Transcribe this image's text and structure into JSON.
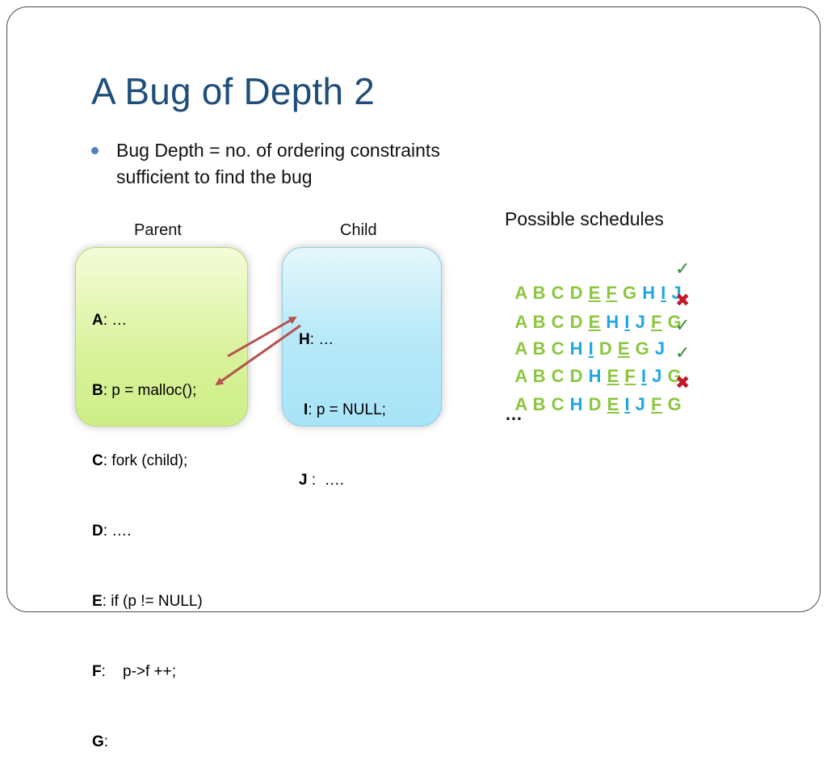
{
  "title": "A Bug of Depth 2",
  "bullet": "Bug Depth = no. of ordering constraints sufficient to find the bug",
  "parent_label": "Parent",
  "child_label": "Child",
  "parent_lines": [
    {
      "key": "A",
      "text": ": …"
    },
    {
      "key": "B",
      "text": ": p = malloc();"
    },
    {
      "key": "C",
      "text": ": fork (child);"
    },
    {
      "key": "D",
      "text": ": …."
    },
    {
      "key": "E",
      "text": ": if (p != NULL)"
    },
    {
      "key": "F",
      "text": ":    p->f ++;"
    },
    {
      "key": "G",
      "text": ":"
    }
  ],
  "child_lines": [
    {
      "key": "H",
      "text": ": …"
    },
    {
      "key": "I",
      "text": ": p = NULL;"
    },
    {
      "key": "J",
      "text": " :  …."
    }
  ],
  "schedules_title": "Possible schedules",
  "schedules": [
    "A B C D E F G H I J",
    "A B C D E H I J F G",
    "A B C H I D E G J",
    "A B C D H E F I J G",
    "A B C H D E I J F G"
  ],
  "schedule_results": [
    "✓",
    "✖",
    "✓",
    "✓",
    "✖"
  ],
  "ellipsis": "…",
  "colors": {
    "title": "#1f4e79",
    "parent_event": "#8cc63f",
    "child_event": "#1ea7e1",
    "arrow": "#b5524f",
    "ok": "#2e8b3a",
    "bad": "#c0182a"
  }
}
